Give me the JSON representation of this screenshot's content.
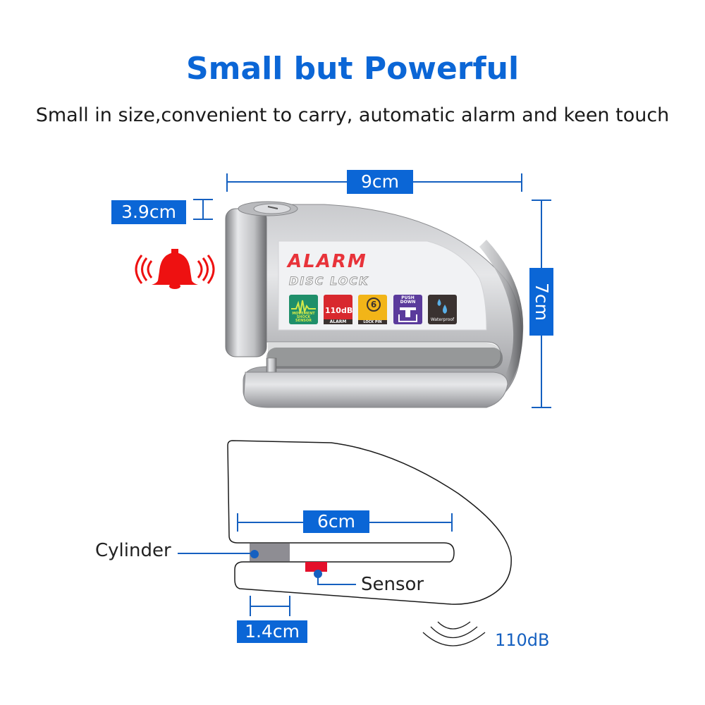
{
  "header": {
    "title": "Small but Powerful",
    "subtitle": "Small in size,convenient to carry, automatic alarm and keen touch"
  },
  "product": {
    "name": "Alarm Disc Lock",
    "sticker": {
      "brand_line_1": "ALARM",
      "brand_line_2": "DISC LOCK",
      "badges": [
        {
          "icon": "movement-shock-sensor-icon",
          "lines": [
            "MOVEMENT",
            "SHOCK",
            "SENSOR"
          ],
          "color": "#1f8f6a"
        },
        {
          "icon": "alarm-110db-icon",
          "big": "110dB",
          "small": "ALARM",
          "color": "#d8282e"
        },
        {
          "icon": "lock-pin-6mm-icon",
          "big": "6",
          "small": "LOCK PIN",
          "color": "#f2b518"
        },
        {
          "icon": "push-down-icon",
          "lines": [
            "PUSH",
            "DOWN"
          ],
          "color": "#5b3b9c"
        },
        {
          "icon": "waterproof-icon",
          "small": "Waterproof",
          "color": "#3a3230"
        }
      ]
    },
    "alarm_icon": "bell-ringing-icon"
  },
  "dimensions": {
    "width": "9cm",
    "height": "7cm",
    "thickness": "3.9cm",
    "slot_depth": "6cm",
    "pin_diameter": "1.4cm"
  },
  "diagram": {
    "cylinder_label": "Cylinder",
    "sensor_label": "Sensor",
    "volume_label": "110dB",
    "sound_icon": "sound-waves-icon"
  },
  "colors": {
    "accent_blue": "#0b66d6",
    "alarm_red": "#e8131b",
    "sensor_red": "#e4102b",
    "cylinder_gray": "#8e8d93"
  }
}
